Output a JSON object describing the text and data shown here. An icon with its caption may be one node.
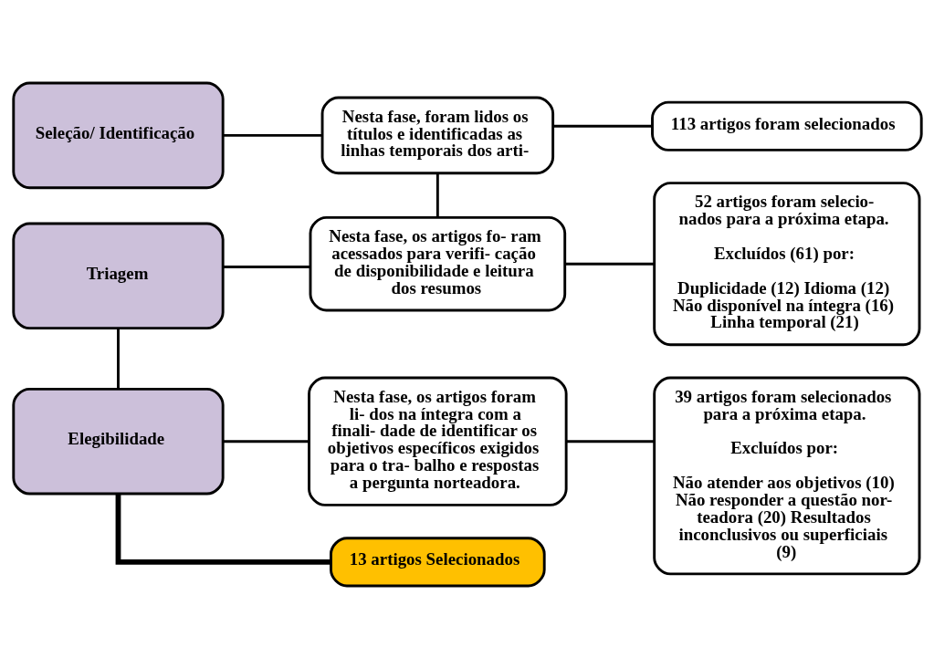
{
  "diagram": {
    "nodes": [
      {
        "text": [
          "Seleção/ Identificação"
        ]
      },
      {
        "text": [
          "Nesta fase, foram lidos os títulos e identificadas as linhas temporais dos arti-"
        ]
      },
      {
        "text": [
          "113 artigos foram selecionados"
        ]
      },
      {
        "text": [
          "Triagem"
        ]
      },
      {
        "text": [
          "Nesta fase, os artigos fo- ram acessados para verifi- cação de disponibilidade e leitura dos resumos"
        ]
      },
      {
        "text": [
          "52 artigos foram selecio- nados para a próxima etapa.",
          "Excluídos (61) por:",
          "Duplicidade (12) Idioma (12) Não disponível na íntegra (16) Linha temporal (21)"
        ]
      },
      {
        "text": [
          "Elegibilidade"
        ]
      },
      {
        "text": [
          "Nesta fase, os artigos foram li- dos na íntegra com a finali- dade de identificar os objetivos específicos exigidos para o tra- balho e respostas a pergunta norteadora."
        ]
      },
      {
        "text": [
          "39 artigos foram selecionados para a próxima etapa.",
          "Excluídos por:",
          "Não atender aos objetivos (10) Não responder a questão nor- teadora (20) Resultados inconclusivos ou superficiais (9)"
        ]
      },
      {
        "text": [
          "13 artigos Selecionados"
        ]
      }
    ],
    "edges": [
      {
        "from": 0,
        "to": 1,
        "arrow": "none"
      },
      {
        "from": 1,
        "to": 2,
        "arrow": "none"
      },
      {
        "from": 1,
        "to": 4,
        "arrow": "none"
      },
      {
        "from": 3,
        "to": 4,
        "arrow": "none"
      },
      {
        "from": 4,
        "to": 5,
        "arrow": "none"
      },
      {
        "from": 3,
        "to": 6,
        "arrow": "none"
      },
      {
        "from": 6,
        "to": 7,
        "arrow": "none"
      },
      {
        "from": 7,
        "to": 8,
        "arrow": "none"
      },
      {
        "from": 6,
        "to": 9,
        "arrow": "none",
        "style": "thick"
      }
    ]
  }
}
